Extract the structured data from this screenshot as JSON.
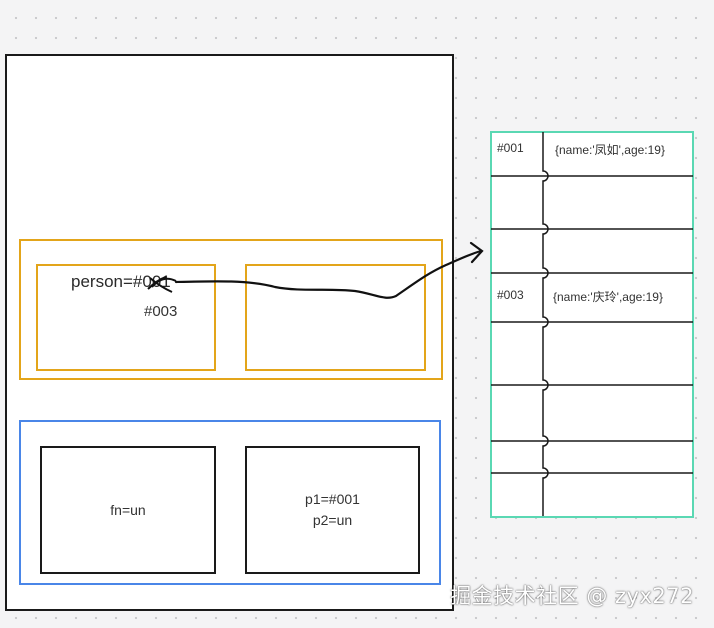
{
  "stack": {
    "person_label": "person=#001",
    "person_new_address": "#003",
    "fn_label": "fn=un",
    "p1_label": "p1=#001",
    "p2_label": "p2=un"
  },
  "heap": {
    "entries": [
      {
        "address": "#001",
        "value": "{name:'凤如',age:19}"
      },
      {
        "address": "#003",
        "value": "{name:'庆玲',age:19}"
      }
    ]
  },
  "watermark": "掘金技术社区 @ zyx272",
  "colors": {
    "orange": "#e3a51a",
    "blue": "#4a86e8",
    "teal": "#5ad8b3",
    "ink": "#1a1a1a"
  }
}
